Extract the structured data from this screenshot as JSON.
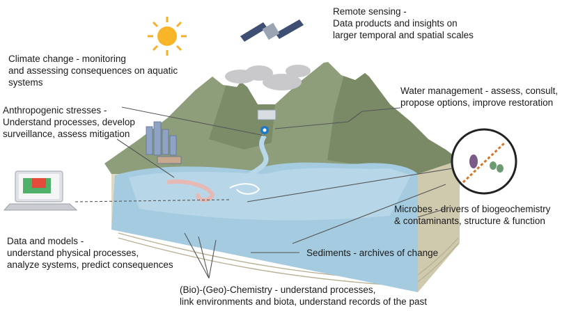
{
  "labels": {
    "remote_sensing": [
      "Remote sensing -",
      "Data products and insights on",
      "larger temporal and spatial scales"
    ],
    "climate_change": [
      "Climate change - monitoring",
      "and assessing consequences on aquatic",
      "systems"
    ],
    "water_management": [
      "Water management - assess, consult,",
      "propose options, improve restoration"
    ],
    "anthropogenic": [
      "Anthropogenic stresses -",
      "Understand processes, develop",
      "surveillance, assess mitigation"
    ],
    "microbes": [
      "Microbes - drivers of biogeochemistry",
      "& contaminants, structure & function"
    ],
    "data_models": [
      "Data and models -",
      "understand physical processes,",
      "analyze systems, predict consequences"
    ],
    "sediments": [
      "Sediments - archives of change"
    ],
    "chemistry": [
      "(Bio)-(Geo)-Chemistry - understand processes,",
      "link environments and biota, understand records of the past"
    ]
  },
  "colors": {
    "mountain": "#8b9b78",
    "mountain_dark": "#6f7f5f",
    "snow": "#ffffff",
    "lake": "#9fc8de",
    "lake_front": "#a9cfe2",
    "ground_front": "#d9d5bf",
    "ground_side": "#c9c4a7",
    "sun": "#f7b52a",
    "cloud": "#c9c9cc",
    "leader": "#555555"
  },
  "icons": [
    "sun-icon",
    "satellite-icon",
    "cloud-icon",
    "city-icon",
    "dam-icon",
    "laptop-icon",
    "microbes-magnifier-icon"
  ]
}
